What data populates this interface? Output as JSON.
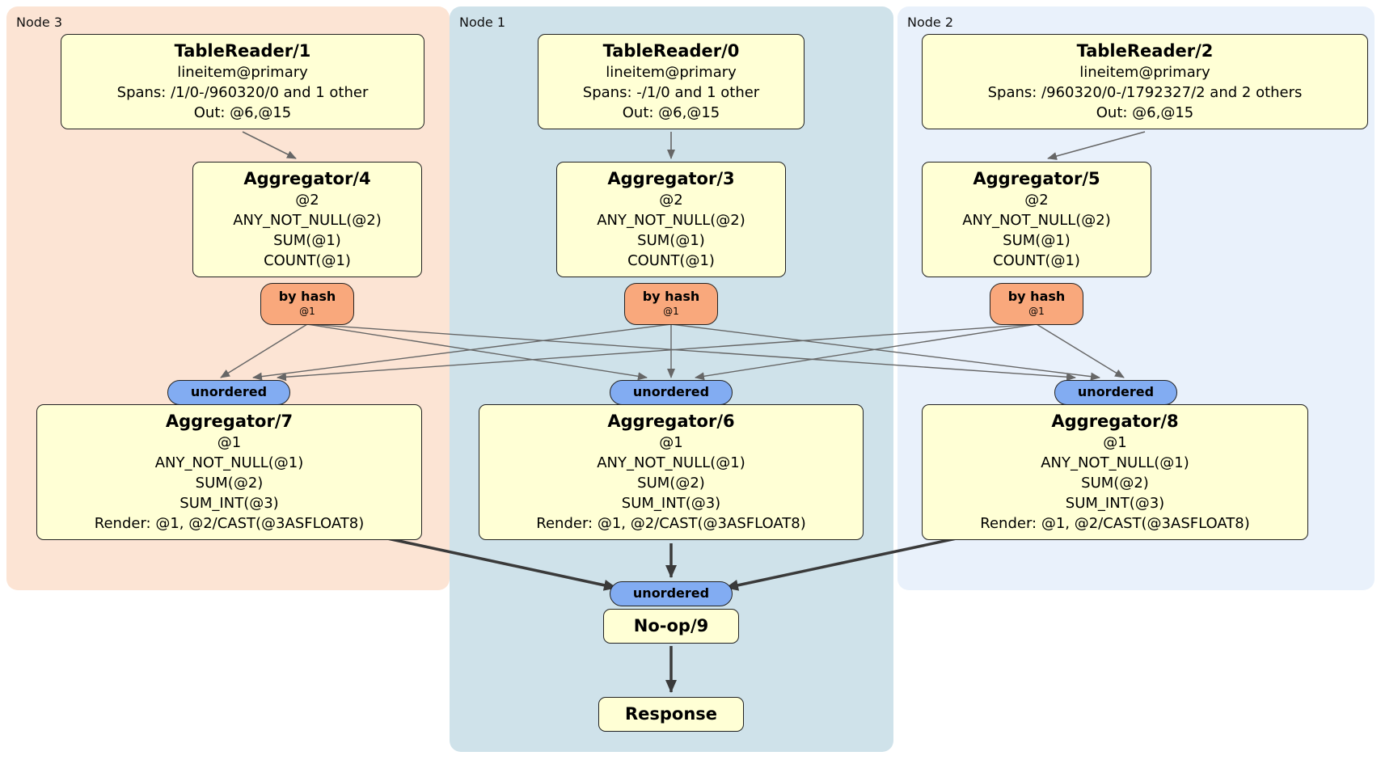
{
  "colors": {
    "node3-bg": "#fce4d4",
    "node1-bg": "#cfe2ea",
    "node2-bg": "#e9f1fb",
    "box-bg": "#ffffd5",
    "box-border": "#222222",
    "hash-pill-bg": "#f9a87c",
    "unordered-pill-bg": "#82acf2",
    "edge-thin": "#666666",
    "edge-thick": "#3a3a3a"
  },
  "node_groups": {
    "node3": {
      "label": "Node 3"
    },
    "node1": {
      "label": "Node 1"
    },
    "node2": {
      "label": "Node 2"
    }
  },
  "routers": {
    "by_hash": {
      "label": "by hash",
      "detail": "@1"
    },
    "unordered": {
      "label": "unordered"
    }
  },
  "processors": {
    "tr1": {
      "title": "TableReader/1",
      "lines": [
        "lineitem@primary",
        "Spans: /1/0-/960320/0 and 1 other",
        "Out: @6,@15"
      ]
    },
    "tr0": {
      "title": "TableReader/0",
      "lines": [
        "lineitem@primary",
        "Spans: -/1/0 and 1 other",
        "Out: @6,@15"
      ]
    },
    "tr2": {
      "title": "TableReader/2",
      "lines": [
        "lineitem@primary",
        "Spans: /960320/0-/1792327/2 and 2 others",
        "Out: @6,@15"
      ]
    },
    "agg4": {
      "title": "Aggregator/4",
      "lines": [
        "@2",
        "ANY_NOT_NULL(@2)",
        "SUM(@1)",
        "COUNT(@1)"
      ]
    },
    "agg3": {
      "title": "Aggregator/3",
      "lines": [
        "@2",
        "ANY_NOT_NULL(@2)",
        "SUM(@1)",
        "COUNT(@1)"
      ]
    },
    "agg5": {
      "title": "Aggregator/5",
      "lines": [
        "@2",
        "ANY_NOT_NULL(@2)",
        "SUM(@1)",
        "COUNT(@1)"
      ]
    },
    "agg7": {
      "title": "Aggregator/7",
      "lines": [
        "@1",
        "ANY_NOT_NULL(@1)",
        "SUM(@2)",
        "SUM_INT(@3)",
        "Render: @1, @2/CAST(@3ASFLOAT8)"
      ]
    },
    "agg6": {
      "title": "Aggregator/6",
      "lines": [
        "@1",
        "ANY_NOT_NULL(@1)",
        "SUM(@2)",
        "SUM_INT(@3)",
        "Render: @1, @2/CAST(@3ASFLOAT8)"
      ]
    },
    "agg8": {
      "title": "Aggregator/8",
      "lines": [
        "@1",
        "ANY_NOT_NULL(@1)",
        "SUM(@2)",
        "SUM_INT(@3)",
        "Render: @1, @2/CAST(@3ASFLOAT8)"
      ]
    },
    "noop9": {
      "title": "No-op/9"
    },
    "response": {
      "title": "Response"
    }
  }
}
